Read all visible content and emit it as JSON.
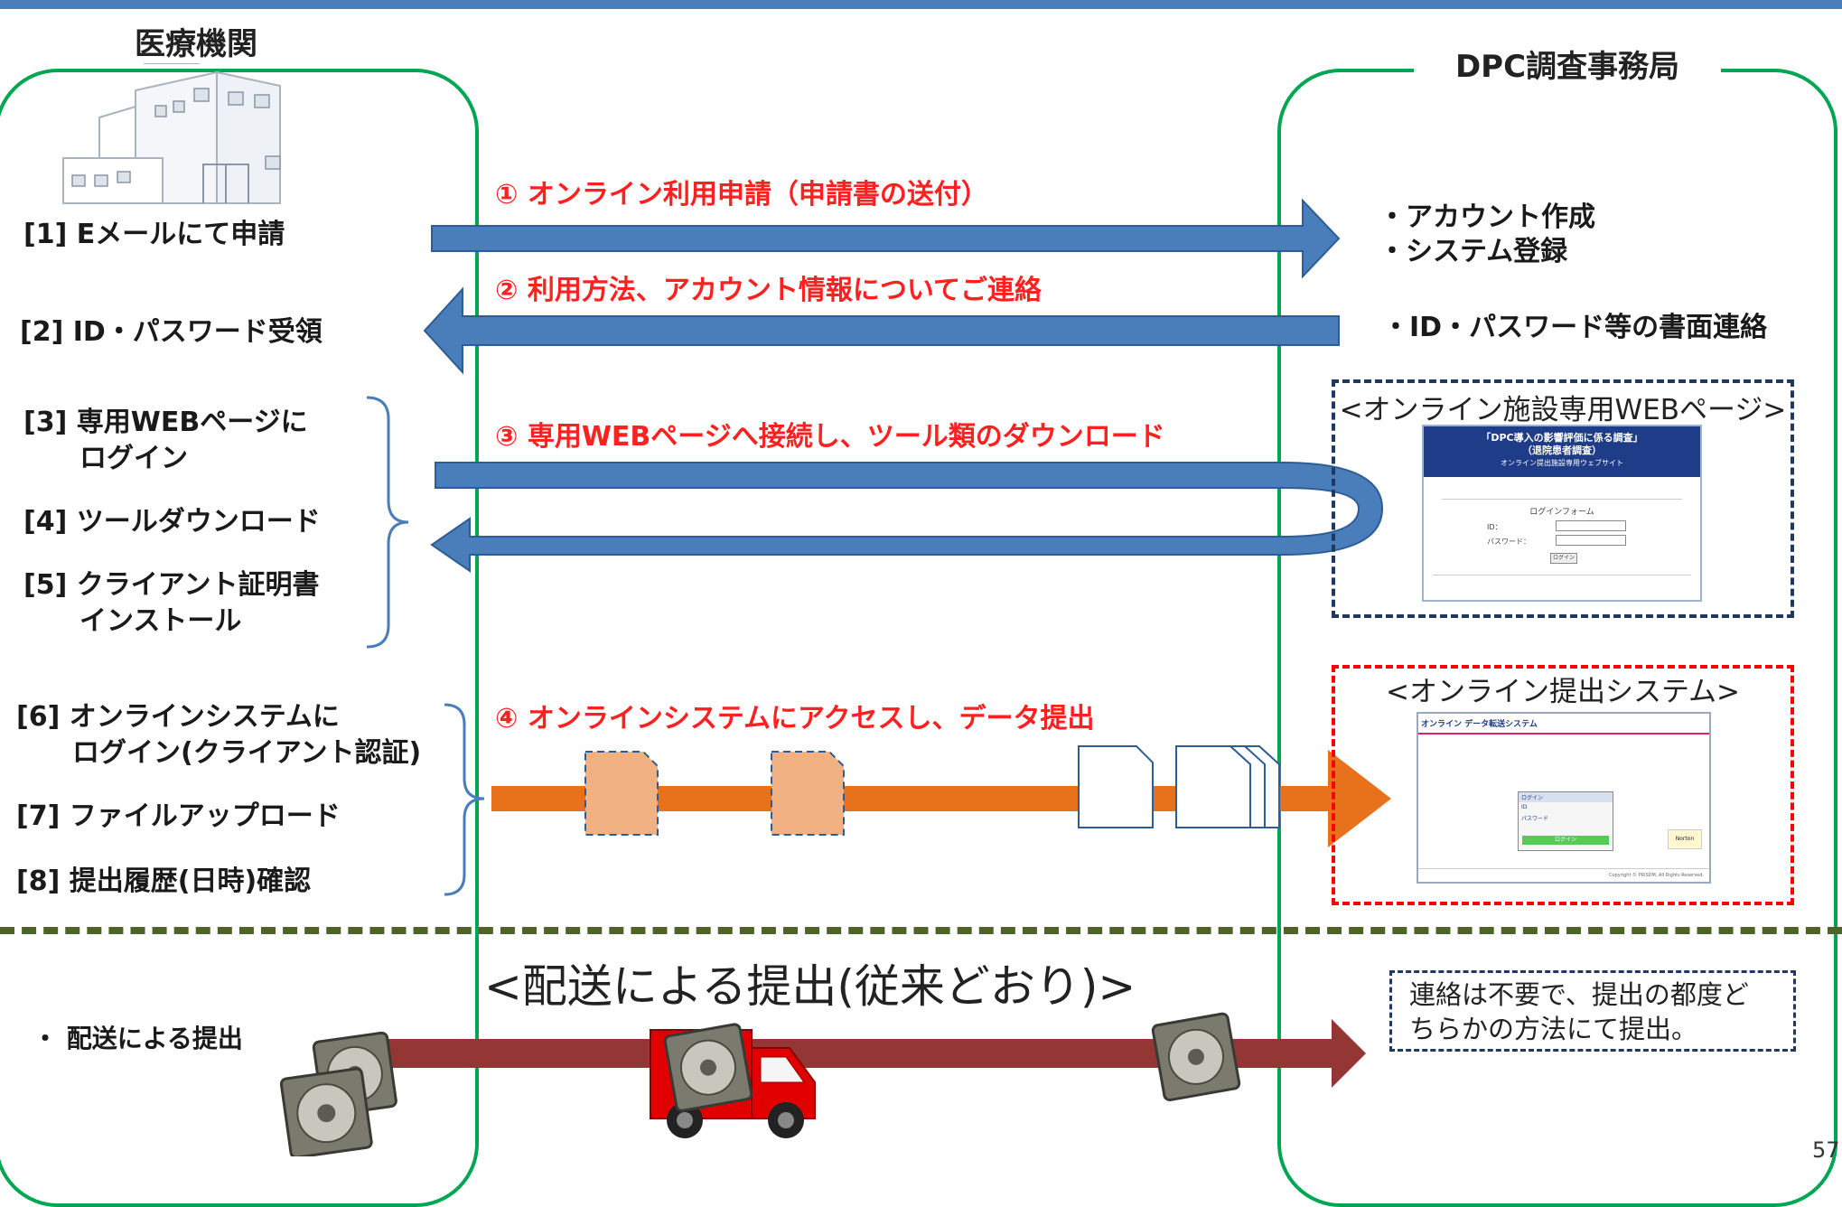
{
  "lanes": {
    "left_title": "医療機関",
    "right_title": "DPC調査事務局"
  },
  "left_steps": {
    "s1": "[1] Eメールにて申請",
    "s2": "[2] ID・パスワード受領",
    "s3_line1": "[3] 専用WEBページに",
    "s3_line2": "ログイン",
    "s4": "[4] ツールダウンロード",
    "s5_line1": "[5] クライアント証明書",
    "s5_line2": "インストール",
    "s6_line1": "[6] オンラインシステムに",
    "s6_line2": "ログイン(クライアント認証)",
    "s7": "[7] ファイルアップロード",
    "s8": "[8] 提出履歴(日時)確認",
    "delivery": "・ 配送による提出"
  },
  "arrow_labels": {
    "a1": "① オンライン利用申請（申請書の送付）",
    "a2": "②  利用方法、アカウント情報についてご連絡",
    "a3": "③ 専用WEBページへ接続し、ツール類のダウンロード",
    "a4": "④ オンラインシステムにアクセスし、データ提出"
  },
  "right_items": {
    "r1": "・アカウント作成",
    "r2": "・システム登録",
    "r3": "・ID・パスワード等の書面連絡"
  },
  "web_box": {
    "title": "<オンライン施設専用WEBページ>",
    "header_line1": "「DPC導入の影響評価に係る調査」",
    "header_line2": "（退院患者調査）",
    "header_line3": "オンライン提出施設専用ウェブサイト",
    "form_title": "ログインフォーム",
    "id_label": "ID：",
    "pw_label": "パスワード：",
    "login_button": "ログイン"
  },
  "system_box": {
    "title": "<オンライン提出システム>",
    "header": "オンライン データ転送システム",
    "login_title": "ログイン",
    "id_label": "ID",
    "pw_label": "パスワード",
    "login_button": "ログイン",
    "badge": "Norton",
    "copyright": "Copyright © PRiSDM, All Rights Reserved."
  },
  "footer": {
    "title": "<配送による提出(従来どおり)>",
    "note_line1": "連絡は不要で、提出の都度ど",
    "note_line2": "ちらかの方法にて提出。"
  },
  "page_number": "57",
  "colors": {
    "lane_border": "#00a651",
    "blue_arrow": "#4a7ebb",
    "orange_arrow": "#e8711c",
    "dark_red_arrow": "#943634",
    "red_text": "#ff2020",
    "divider": "#4f6228"
  }
}
